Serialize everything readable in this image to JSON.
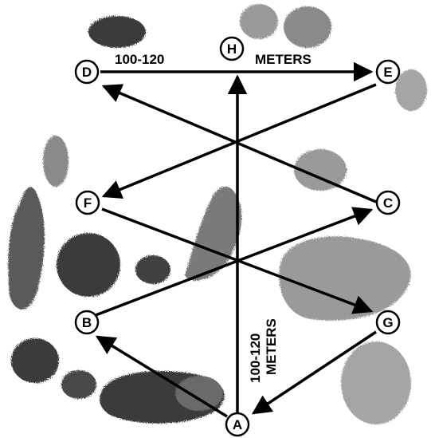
{
  "nodes": {
    "A": {
      "label": "A"
    },
    "B": {
      "label": "B"
    },
    "C": {
      "label": "C"
    },
    "D": {
      "label": "D"
    },
    "E": {
      "label": "E"
    },
    "F": {
      "label": "F"
    },
    "G": {
      "label": "G"
    },
    "H": {
      "label": "H"
    }
  },
  "distances": {
    "horizontal_value": "100-120",
    "horizontal_unit": "METERS",
    "vertical_value": "100-120",
    "vertical_unit": "METERS"
  },
  "colors": {
    "line": "#000000",
    "node_fill": "#ffffff",
    "vegetation_dark": "#3a3a3a",
    "vegetation_mid": "#6e6e6e",
    "vegetation_light": "#9a9a9a"
  }
}
